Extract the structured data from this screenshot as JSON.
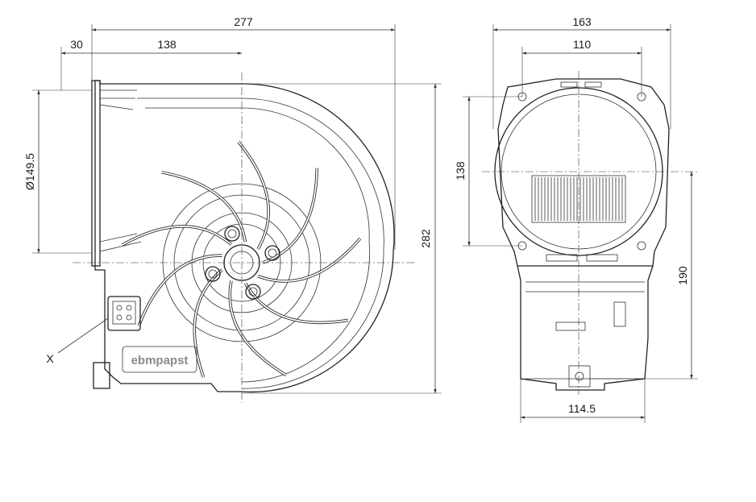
{
  "dimensions": {
    "overall_width": "277",
    "flange_offset": "30",
    "axis_offset": "138",
    "inlet_diameter": "Ø149.5",
    "overall_height": "282",
    "side_width": "163",
    "hole_spacing": "110",
    "axis_height": "138",
    "motor_height": "190",
    "motor_width": "114.5"
  },
  "callouts": {
    "connector": "X"
  },
  "branding": {
    "logo_text": "ebmpapst"
  }
}
